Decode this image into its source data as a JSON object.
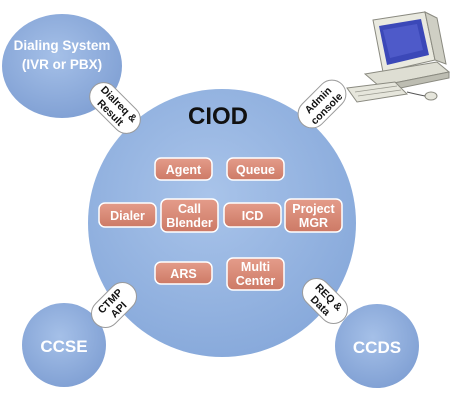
{
  "center": {
    "title": "CIOD"
  },
  "nodes": {
    "dialing_system": {
      "line1": "Dialing System",
      "line2": "(IVR or PBX)"
    },
    "ccse": {
      "label": "CCSE"
    },
    "ccds": {
      "label": "CCDS"
    }
  },
  "modules": {
    "agent": {
      "label": "Agent"
    },
    "queue": {
      "label": "Queue"
    },
    "dialer": {
      "label": "Dialer"
    },
    "call_blender": {
      "line1": "Call",
      "line2": "Blender"
    },
    "icd": {
      "label": "ICD"
    },
    "project_mgr": {
      "line1": "Project",
      "line2": "MGR"
    },
    "ars": {
      "label": "ARS"
    },
    "multi_center": {
      "line1": "Multi",
      "line2": "Center"
    }
  },
  "connectors": {
    "dialing": {
      "line1": "Dialreq &",
      "line2": "Result"
    },
    "admin": {
      "line1": "Admin",
      "line2": "console"
    },
    "ctmp": {
      "line1": "CTMP",
      "line2": "API"
    },
    "req": {
      "line1": "REQ &",
      "line2": "Data"
    }
  },
  "icons": {
    "admin_computer": "desktop-computer-icon"
  },
  "colors": {
    "circle_fill": "#93b3e0",
    "module_fill": "#d98a77",
    "module_border": "#ffffff",
    "connector_fill": "#ffffff",
    "text_dark": "#111111"
  }
}
